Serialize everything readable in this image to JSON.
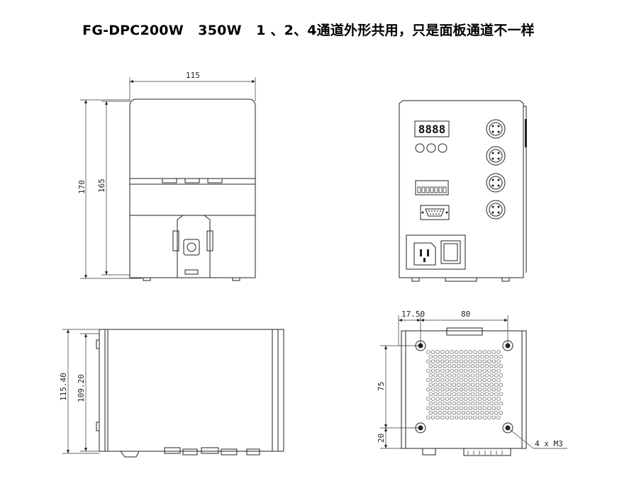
{
  "title": "FG-DPC200W   350W   1 、2、4通道外形共用，只是面板通道不一样",
  "side_view": {
    "width_label": "115",
    "height_label": "170",
    "inner_height_label": "165"
  },
  "front_panel": {
    "display_text": "8888"
  },
  "bottom_view": {
    "height_label": "115.40",
    "inner_height_label": "109.20"
  },
  "rear_view": {
    "offset_label": "17.50",
    "spacing_label": "80",
    "vertical_spacing_label": "75",
    "bottom_offset_label": "20",
    "screw_label": "4 x M3"
  }
}
